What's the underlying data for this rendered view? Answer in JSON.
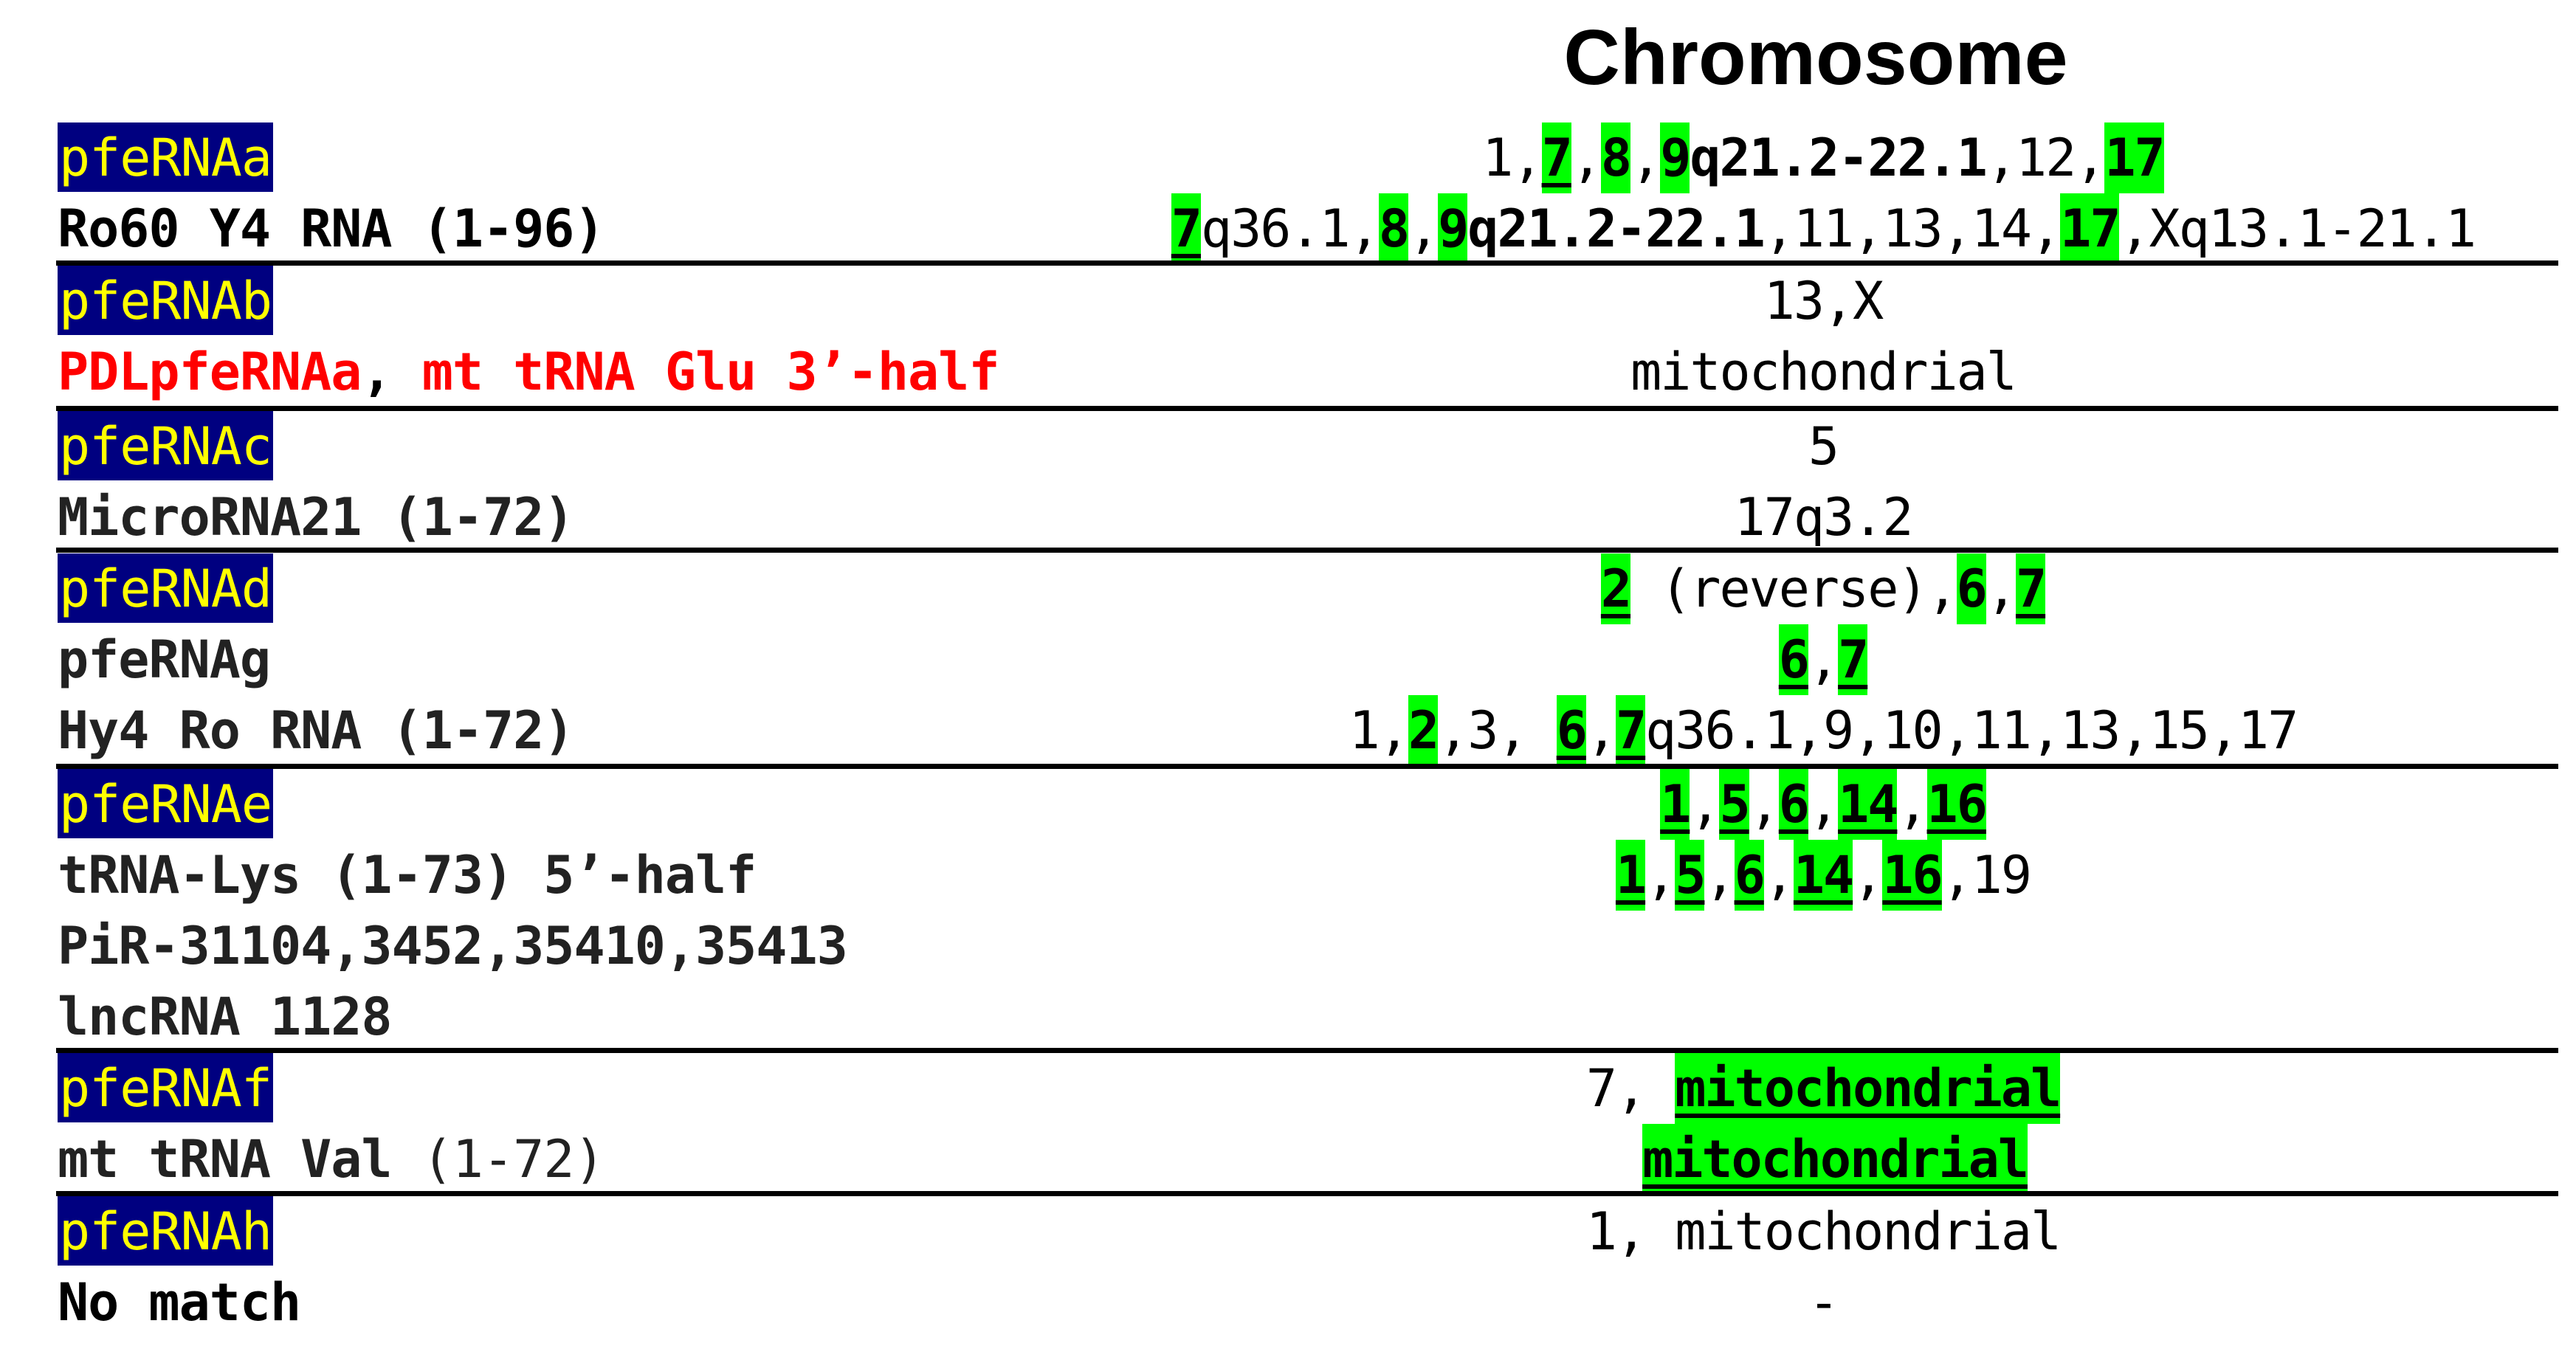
{
  "header": {
    "title": "Chromosome"
  },
  "colors": {
    "tag_bg": "#000080",
    "tag_text": "#FFFF00",
    "highlight": "#00FF00",
    "alert_text": "#FF0000",
    "text": "#000000"
  },
  "groups": [
    {
      "tag": "pfeRNAa",
      "tag_chromosomes": [
        {
          "text": "1,",
          "bold": false,
          "hl": false,
          "u": false
        },
        {
          "text": "7",
          "bold": true,
          "hl": true,
          "u": true
        },
        {
          "text": ",",
          "bold": false,
          "hl": false,
          "u": false
        },
        {
          "text": "8",
          "bold": true,
          "hl": true,
          "u": false
        },
        {
          "text": ",",
          "bold": false,
          "hl": false,
          "u": false
        },
        {
          "text": "9",
          "bold": true,
          "hl": true,
          "u": false
        },
        {
          "text": "q21.2-22.1",
          "bold": true,
          "hl": false,
          "u": false
        },
        {
          "text": ",12,",
          "bold": false,
          "hl": false,
          "u": false
        },
        {
          "text": "17",
          "bold": true,
          "hl": true,
          "u": false
        }
      ],
      "matches": [
        {
          "name": "Ro60 Y4 RNA (1-96)",
          "chromosomes": [
            {
              "text": "7",
              "bold": true,
              "hl": true,
              "u": true
            },
            {
              "text": "q36.1,",
              "bold": false,
              "hl": false,
              "u": false
            },
            {
              "text": "8",
              "bold": true,
              "hl": true,
              "u": false
            },
            {
              "text": ",",
              "bold": false,
              "hl": false,
              "u": false
            },
            {
              "text": "9",
              "bold": true,
              "hl": true,
              "u": false
            },
            {
              "text": "q21.2-22.1",
              "bold": true,
              "hl": false,
              "u": false
            },
            {
              "text": ",11,13,14,",
              "bold": false,
              "hl": false,
              "u": false
            },
            {
              "text": "17",
              "bold": true,
              "hl": true,
              "u": false
            },
            {
              "text": ",Xq13.1-21.1",
              "bold": false,
              "hl": false,
              "u": false
            }
          ]
        }
      ]
    },
    {
      "tag": "pfeRNAb",
      "tag_chromosomes": [
        {
          "text": "13,X",
          "bold": false,
          "hl": false,
          "u": false
        }
      ],
      "matches": [
        {
          "name_parts": [
            {
              "text": "PDLpfeRNAa",
              "red": true
            },
            {
              "text": ", ",
              "red": false
            },
            {
              "text": "mt tRNA Glu 3’-half",
              "red": true
            }
          ],
          "chromosomes": [
            {
              "text": "mitochondrial",
              "bold": false,
              "hl": false,
              "u": false
            }
          ]
        }
      ]
    },
    {
      "tag": "pfeRNAc",
      "tag_chromosomes": [
        {
          "text": "5",
          "bold": false,
          "hl": false,
          "u": false
        }
      ],
      "matches": [
        {
          "name": "MicroRNA21 (1-72)",
          "chromosomes": [
            {
              "text": "17q3.2",
              "bold": false,
              "hl": false,
              "u": false
            }
          ]
        }
      ]
    },
    {
      "tag": "pfeRNAd",
      "tag_chromosomes": [
        {
          "text": "2",
          "bold": true,
          "hl": true,
          "u": true
        },
        {
          "text": " (reverse),",
          "bold": false,
          "hl": false,
          "u": false
        },
        {
          "text": "6",
          "bold": true,
          "hl": true,
          "u": false
        },
        {
          "text": ",",
          "bold": false,
          "hl": false,
          "u": false
        },
        {
          "text": "7",
          "bold": true,
          "hl": true,
          "u": true
        }
      ],
      "matches": [
        {
          "name": "pfeRNAg",
          "chromosomes": [
            {
              "text": "6",
              "bold": true,
              "hl": true,
              "u": true
            },
            {
              "text": ",",
              "bold": false,
              "hl": false,
              "u": false
            },
            {
              "text": "7",
              "bold": true,
              "hl": true,
              "u": true
            }
          ]
        },
        {
          "name": "Hy4 Ro RNA (1-72)",
          "chromosomes": [
            {
              "text": "1,",
              "bold": false,
              "hl": false,
              "u": false
            },
            {
              "text": "2",
              "bold": true,
              "hl": true,
              "u": false
            },
            {
              "text": ",3, ",
              "bold": false,
              "hl": false,
              "u": false
            },
            {
              "text": "6",
              "bold": true,
              "hl": true,
              "u": true
            },
            {
              "text": ",",
              "bold": false,
              "hl": false,
              "u": false
            },
            {
              "text": "7",
              "bold": true,
              "hl": true,
              "u": true
            },
            {
              "text": "q36.1,9,10,11,13,15,17",
              "bold": false,
              "hl": false,
              "u": false
            }
          ]
        }
      ]
    },
    {
      "tag": "pfeRNAe",
      "tag_chromosomes": [
        {
          "text": "1",
          "bold": true,
          "hl": true,
          "u": true
        },
        {
          "text": ",",
          "bold": false,
          "hl": false,
          "u": false
        },
        {
          "text": "5",
          "bold": true,
          "hl": true,
          "u": true
        },
        {
          "text": ",",
          "bold": false,
          "hl": false,
          "u": false
        },
        {
          "text": "6",
          "bold": true,
          "hl": true,
          "u": true
        },
        {
          "text": ",",
          "bold": false,
          "hl": false,
          "u": false
        },
        {
          "text": "14",
          "bold": true,
          "hl": true,
          "u": true
        },
        {
          "text": ",",
          "bold": false,
          "hl": false,
          "u": false
        },
        {
          "text": "16",
          "bold": true,
          "hl": true,
          "u": true
        }
      ],
      "matches": [
        {
          "name": "tRNA-Lys (1-73) 5’-half",
          "chromosomes": [
            {
              "text": "1",
              "bold": true,
              "hl": true,
              "u": true
            },
            {
              "text": ",",
              "bold": false,
              "hl": false,
              "u": false
            },
            {
              "text": "5",
              "bold": true,
              "hl": true,
              "u": true
            },
            {
              "text": ",",
              "bold": false,
              "hl": false,
              "u": false
            },
            {
              "text": "6",
              "bold": true,
              "hl": true,
              "u": true
            },
            {
              "text": ",",
              "bold": false,
              "hl": false,
              "u": false
            },
            {
              "text": "14",
              "bold": true,
              "hl": true,
              "u": true
            },
            {
              "text": ",",
              "bold": false,
              "hl": false,
              "u": false
            },
            {
              "text": "16",
              "bold": true,
              "hl": true,
              "u": true
            },
            {
              "text": ",19",
              "bold": false,
              "hl": false,
              "u": false
            }
          ]
        },
        {
          "name": "PiR-31104,3452,35410,35413",
          "chromosomes": []
        },
        {
          "name": "lncRNA 1128",
          "chromosomes": []
        }
      ]
    },
    {
      "tag": "pfeRNAf",
      "tag_chromosomes": [
        {
          "text": "7, ",
          "bold": false,
          "hl": false,
          "u": false
        },
        {
          "text": "mitochondrial",
          "bold": true,
          "hl": true,
          "u": true
        }
      ],
      "matches": [
        {
          "name_parts": [
            {
              "text": "mt tRNA Val ",
              "red": false
            },
            {
              "text": "(1-72)",
              "red": false,
              "normal": true
            }
          ],
          "chromosomes": [
            {
              "text": "mitochondrial",
              "bold": true,
              "hl": true,
              "u": true
            }
          ]
        }
      ]
    },
    {
      "tag": "pfeRNAh",
      "tag_chromosomes": [
        {
          "text": "1, mitochondrial",
          "bold": false,
          "hl": false,
          "u": false
        }
      ],
      "matches": [
        {
          "name": "No match",
          "chromosomes": [
            {
              "text": "-",
              "bold": false,
              "hl": false,
              "u": false
            }
          ]
        }
      ]
    }
  ]
}
